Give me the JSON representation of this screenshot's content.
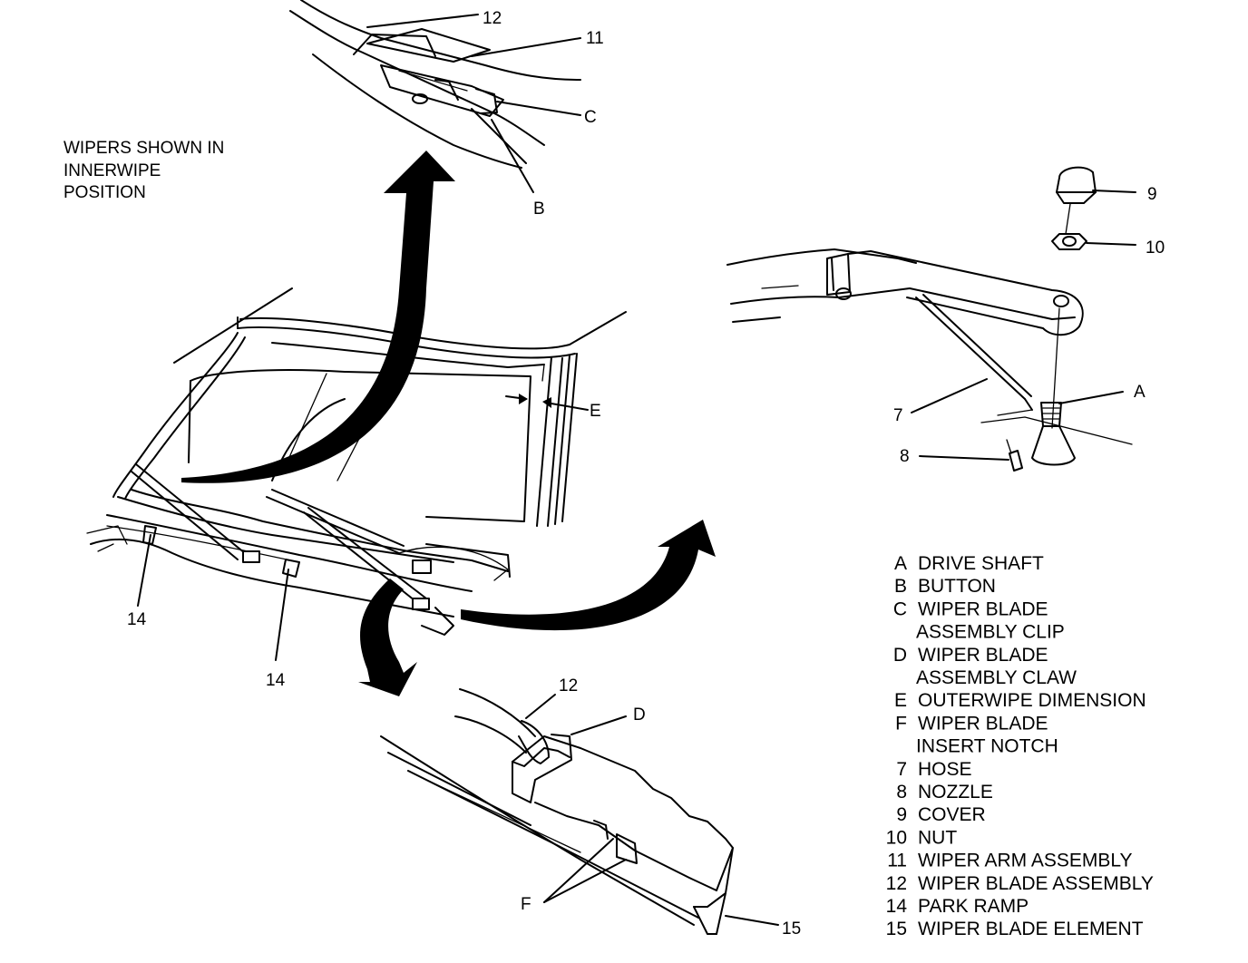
{
  "note": [
    "WIPERS SHOWN IN",
    "INNERWIPE",
    "POSITION"
  ],
  "callouts": {
    "top_12": "12",
    "top_11": "11",
    "top_c": "C",
    "top_b": "B",
    "right_9": "9",
    "right_10": "10",
    "right_a": "A",
    "right_7": "7",
    "right_8": "8",
    "center_e": "E",
    "left_14a": "14",
    "left_14b": "14",
    "bottom_12": "12",
    "bottom_d": "D",
    "bottom_f": "F",
    "bottom_15": "15"
  },
  "legend": [
    {
      "key": "A",
      "text": "DRIVE SHAFT"
    },
    {
      "key": "B",
      "text": "BUTTON"
    },
    {
      "key": "C",
      "text": "WIPER BLADE"
    },
    {
      "key": "",
      "text": "ASSEMBLY CLIP"
    },
    {
      "key": "D",
      "text": "WIPER BLADE"
    },
    {
      "key": "",
      "text": "ASSEMBLY CLAW"
    },
    {
      "key": "E",
      "text": "OUTERWIPE DIMENSION"
    },
    {
      "key": "F",
      "text": "WIPER BLADE"
    },
    {
      "key": "",
      "text": "INSERT NOTCH"
    },
    {
      "key": "7",
      "text": "HOSE"
    },
    {
      "key": "8",
      "text": "NOZZLE"
    },
    {
      "key": "9",
      "text": "COVER"
    },
    {
      "key": "10",
      "text": "NUT"
    },
    {
      "key": "11",
      "text": "WIPER ARM ASSEMBLY"
    },
    {
      "key": "12",
      "text": "WIPER BLADE ASSEMBLY"
    },
    {
      "key": "14",
      "text": "PARK RAMP"
    },
    {
      "key": "15",
      "text": "WIPER BLADE ELEMENT"
    }
  ]
}
